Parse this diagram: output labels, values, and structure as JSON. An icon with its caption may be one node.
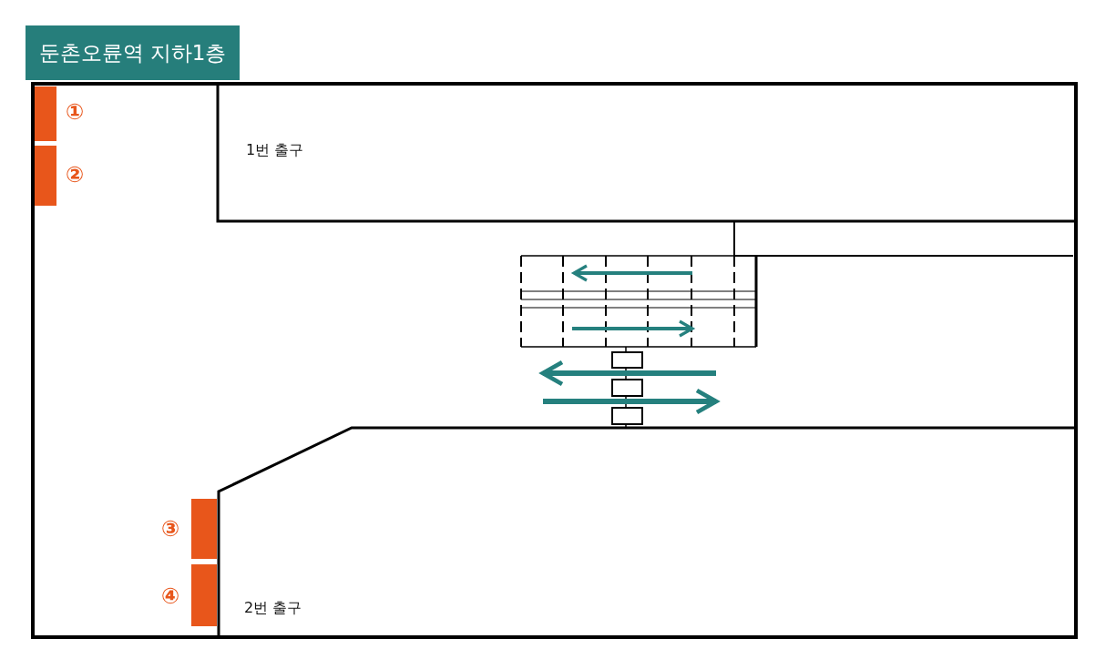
{
  "diagram": {
    "title": "둔촌오륜역 지하1층",
    "labels": [
      "①",
      "1번 출구",
      "②",
      "③",
      "④",
      "2번 출구"
    ]
  }
}
